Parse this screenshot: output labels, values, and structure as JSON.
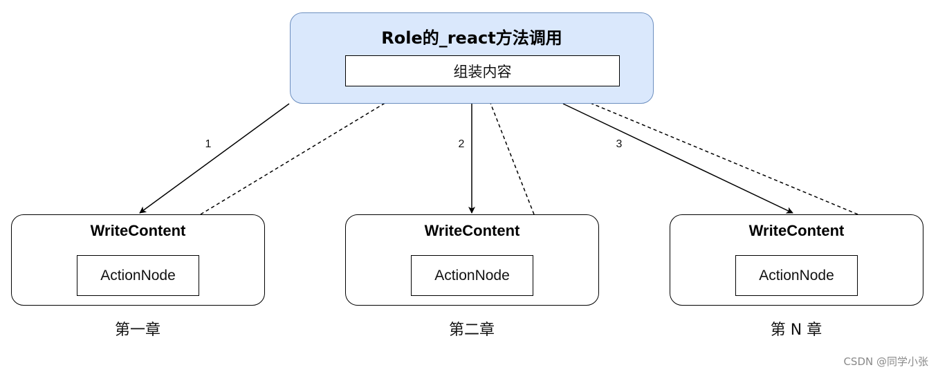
{
  "role_box": {
    "title": "Role的_react方法调用",
    "inner_label": "组装内容",
    "fill_color": "#dae8fc",
    "stroke_color": "#6c8ebf"
  },
  "write_boxes": [
    {
      "title": "WriteContent",
      "inner_label": "ActionNode",
      "chapter_label": "第一章"
    },
    {
      "title": "WriteContent",
      "inner_label": "ActionNode",
      "chapter_label": "第二章"
    },
    {
      "title": "WriteContent",
      "inner_label": "ActionNode",
      "chapter_label": "第 N 章"
    }
  ],
  "call_arrows": [
    {
      "label": "1",
      "style": "solid"
    },
    {
      "label": "2",
      "style": "solid"
    },
    {
      "label": "3",
      "style": "solid"
    }
  ],
  "return_arrows": [
    {
      "style": "dashed"
    },
    {
      "style": "dashed"
    },
    {
      "style": "dashed"
    }
  ],
  "watermark": "CSDN @同学小张"
}
